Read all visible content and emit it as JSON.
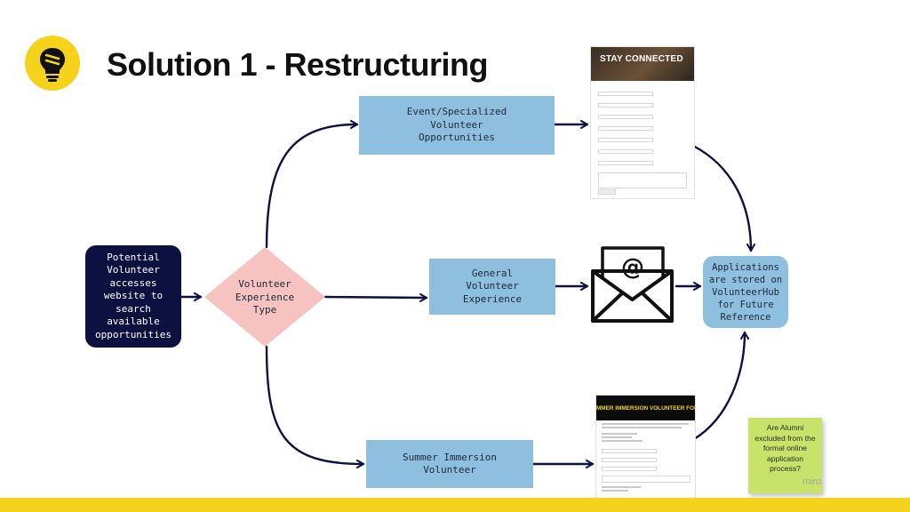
{
  "title": "Solution 1 - Restructuring",
  "nodes": {
    "start": [
      "Potential",
      "Volunteer",
      "accesses",
      "website to",
      "search",
      "available",
      "opportunities"
    ],
    "decision": [
      "Volunteer",
      "Experience",
      "Type"
    ],
    "event": [
      "Event/Specialized",
      "Volunteer",
      "Opportunities"
    ],
    "general": [
      "General",
      "Volunteer",
      "Experience"
    ],
    "summer": [
      "Summer Immersion Volunteer"
    ],
    "applications": [
      "Applications",
      "are stored on",
      "VolunteerHub",
      "for Future",
      "Reference"
    ]
  },
  "forms": {
    "stay_connected_header": "STAY CONNECTED",
    "summer_form_header": "SUMMER IMMERSION VOLUNTEER FORM"
  },
  "sticky_note": [
    "Are Alumni",
    "excluded from the",
    "formal online",
    "application",
    "process?"
  ],
  "watermark": "miro",
  "colors": {
    "accent_yellow": "#f5d21c",
    "box_blue": "#8ebfde",
    "dark_navy": "#0d1140",
    "diamond_pink": "#f7c3c1",
    "sticky_green": "#c9e36a"
  }
}
